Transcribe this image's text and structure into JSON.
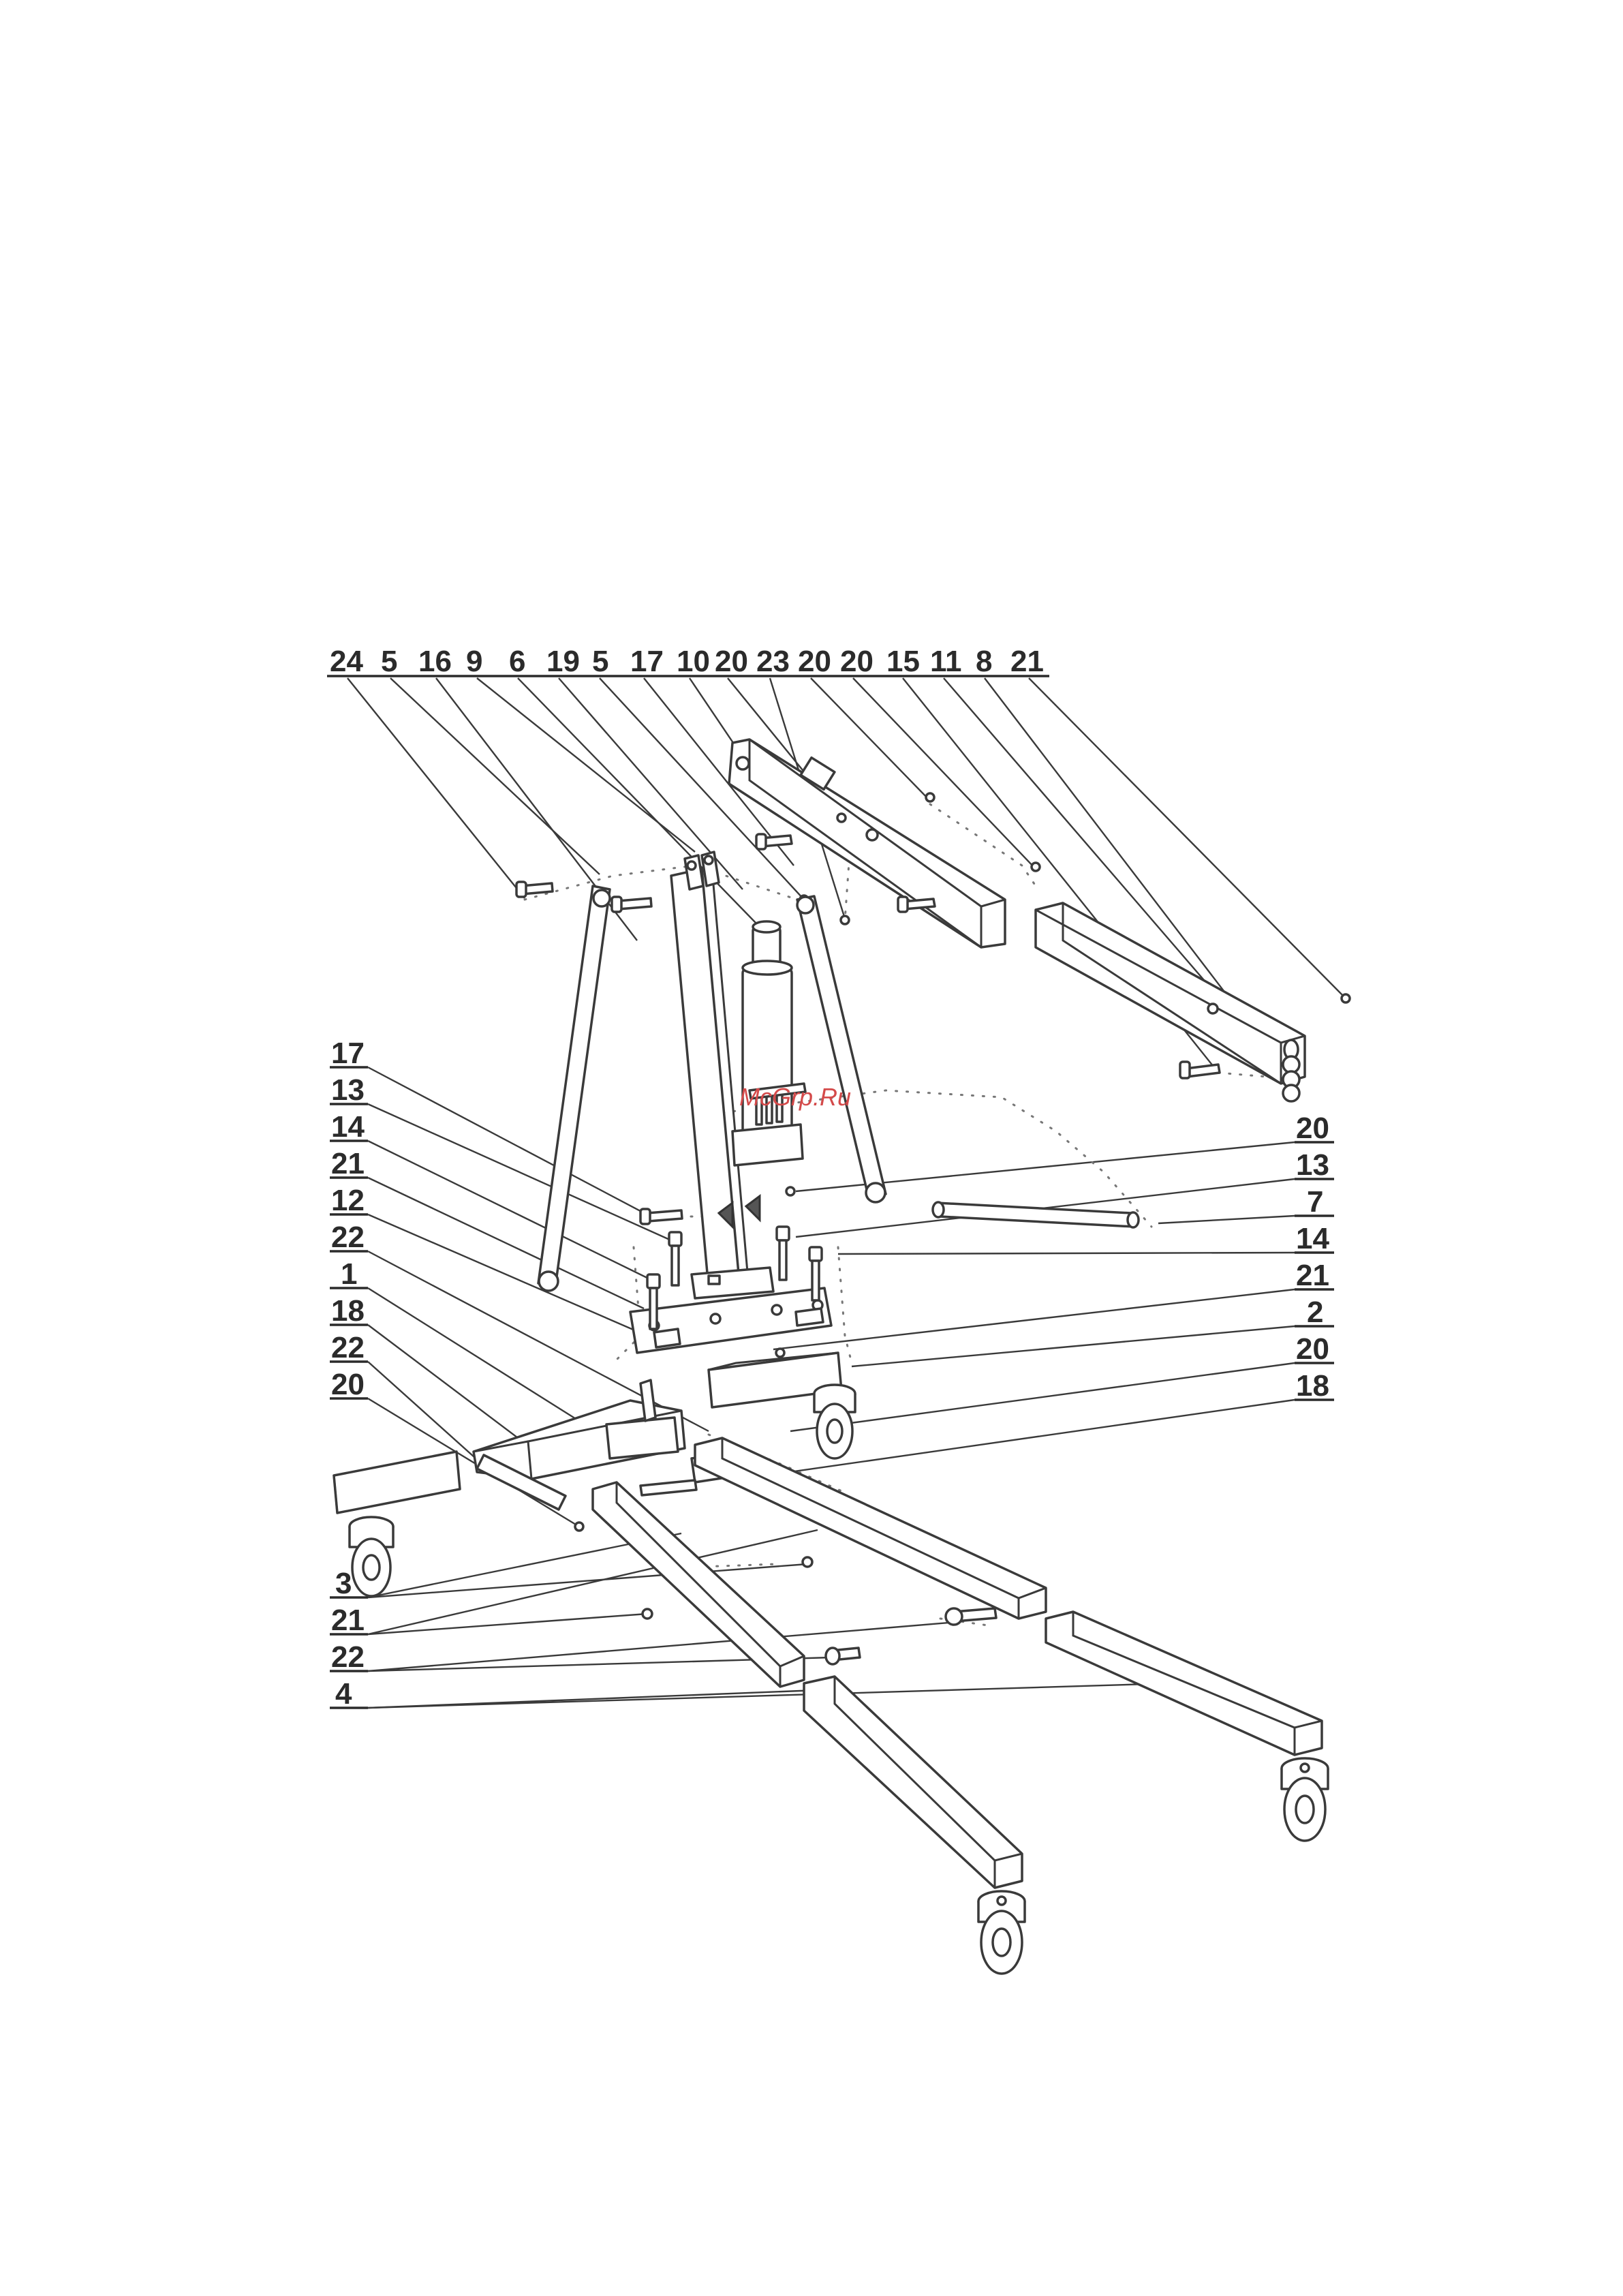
{
  "watermark": "McGrp.Ru",
  "top_labels": [
    "24",
    "5",
    "16",
    "9",
    "6",
    "19",
    "5",
    "17",
    "10",
    "20",
    "23",
    "20",
    "20",
    "15",
    "11",
    "8",
    "21"
  ],
  "left_labels": [
    "17",
    "13",
    "14",
    "21",
    "12",
    "22",
    "1",
    "18",
    "22",
    "20"
  ],
  "right_labels": [
    "20",
    "13",
    "7",
    "14",
    "21",
    "2",
    "20",
    "18"
  ],
  "bottom_left_labels": [
    "3",
    "21",
    "22",
    "4"
  ]
}
